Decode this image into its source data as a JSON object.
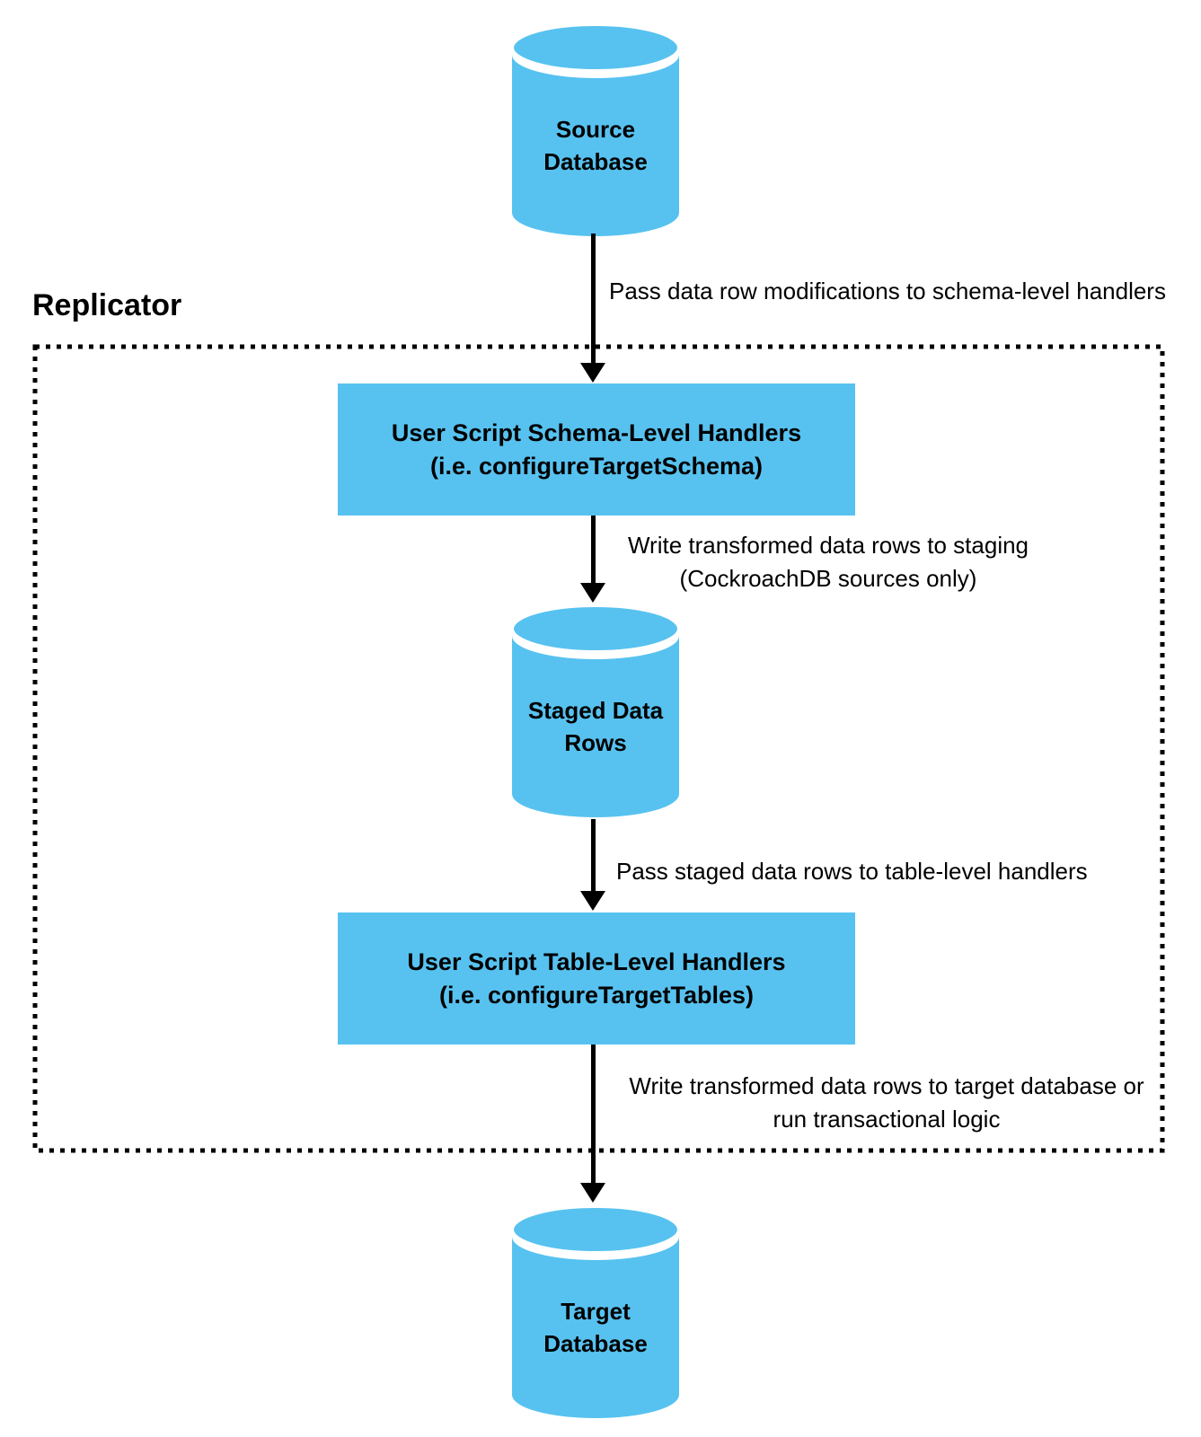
{
  "diagram": {
    "replicator_label": "Replicator",
    "colors": {
      "node_fill": "#57C2F0",
      "arrow": "#000000",
      "text": "#000000",
      "boundary": "#000000"
    },
    "nodes": {
      "source_db": {
        "line1": "Source",
        "line2": "Database"
      },
      "schema_handlers": {
        "line1": "User Script Schema-Level Handlers",
        "line2": "(i.e. configureTargetSchema)"
      },
      "staged_rows": {
        "line1": "Staged Data",
        "line2": "Rows"
      },
      "table_handlers": {
        "line1": "User Script Table-Level Handlers",
        "line2": "(i.e. configureTargetTables)"
      },
      "target_db": {
        "line1": "Target",
        "line2": "Database"
      }
    },
    "edges": {
      "source_to_schema": "Pass data row modifications to schema-level handlers",
      "schema_to_staged": {
        "line1": "Write transformed data rows to staging",
        "line2": "(CockroachDB sources only)"
      },
      "staged_to_table": "Pass staged data rows to table-level handlers",
      "table_to_target": {
        "line1": "Write transformed data rows to target database or",
        "line2": "run transactional logic"
      }
    }
  }
}
